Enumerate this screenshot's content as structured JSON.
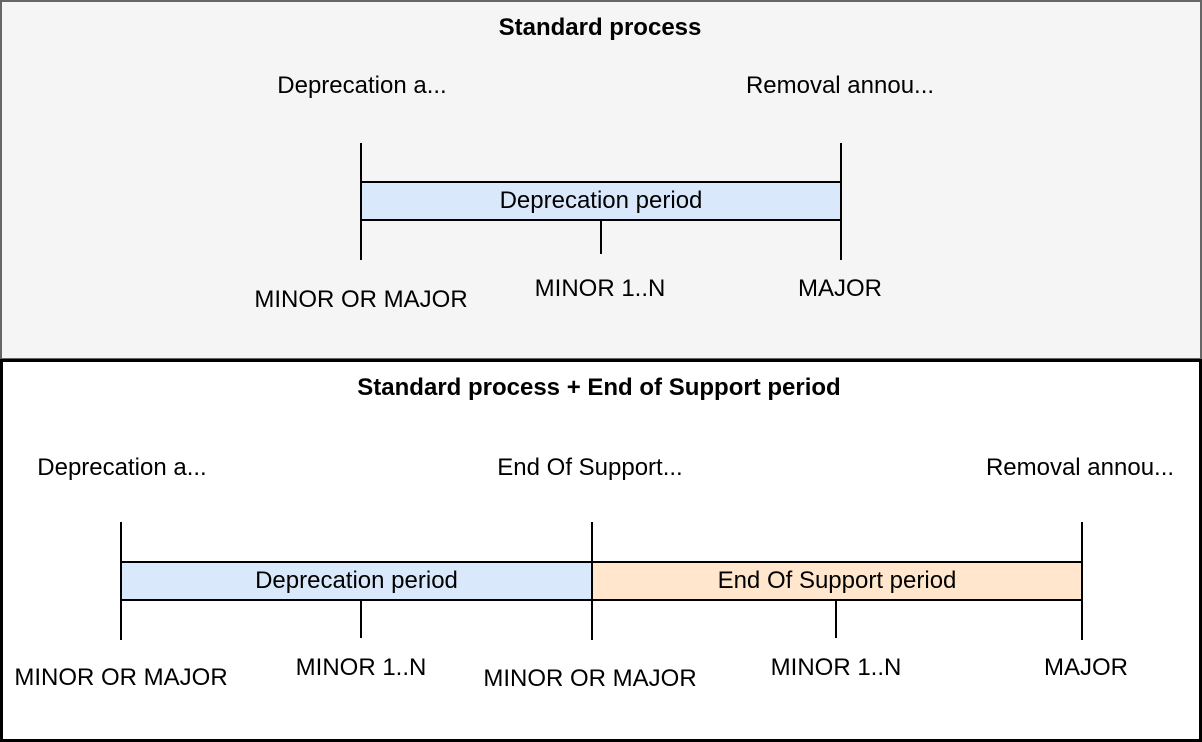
{
  "colors": {
    "panel1_bg": "#f5f5f5",
    "panel1_border": "#666666",
    "panel2_bg": "#ffffff",
    "panel2_border": "#000000",
    "deprecation_fill": "#dae8fc",
    "eos_fill": "#ffe6cc",
    "line": "#000000",
    "text": "#000000"
  },
  "standard_process": {
    "title": "Standard process",
    "milestones_top": [
      "Deprecation a...",
      "Removal annou..."
    ],
    "bars": [
      {
        "label": "Deprecation period"
      }
    ],
    "milestones_bottom": [
      "MINOR OR MAJOR",
      "MINOR 1..N",
      "MAJOR"
    ]
  },
  "standard_process_eos": {
    "title": "Standard process + End of Support period",
    "milestones_top": [
      "Deprecation a...",
      "End Of Support...",
      "Removal annou..."
    ],
    "bars": [
      {
        "label": "Deprecation period"
      },
      {
        "label": "End Of Support period"
      }
    ],
    "milestones_bottom": [
      "MINOR OR MAJOR",
      "MINOR 1..N",
      "MINOR OR MAJOR",
      "MINOR 1..N",
      "MAJOR"
    ]
  }
}
